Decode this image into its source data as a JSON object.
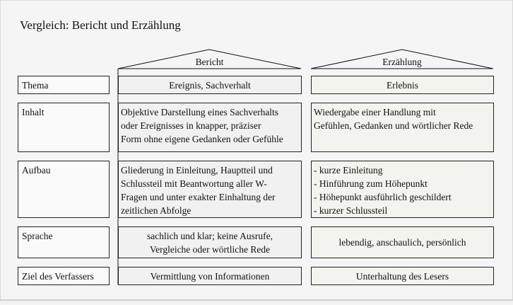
{
  "title": "Vergleich: Bericht und Erzählung",
  "columns": {
    "bericht": "Bericht",
    "erzaehlung": "Erzählung"
  },
  "rows": [
    {
      "label": "Thema",
      "bericht": [
        "Ereignis, Sachverhalt"
      ],
      "erzaehlung": [
        "Erlebnis"
      ]
    },
    {
      "label": "Inhalt",
      "bericht": [
        "Objektive Darstellung eines Sachverhalts",
        "oder Ereignisses in knapper, präziser",
        "Form ohne eigene Gedanken oder Gefühle"
      ],
      "erzaehlung": [
        "Wiedergabe einer Handlung mit",
        "Gefühlen, Gedanken und wörtlicher Rede"
      ]
    },
    {
      "label": "Aufbau",
      "bericht": [
        "Gliederung in Einleitung, Hauptteil und",
        "Schlussteil mit Beantwortung aller W-",
        "Fragen und unter exakter Einhaltung der",
        "zeitlichen Abfolge"
      ],
      "erzaehlung": [
        "- kurze Einleitung",
        "- Hinführung zum Höhepunkt",
        "- Höhepunkt ausführlich geschildert",
        "- kurzer Schlussteil"
      ]
    },
    {
      "label": "Sprache",
      "bericht": [
        "sachlich und klar; keine Ausrufe,",
        "Vergleiche oder wörtliche Rede"
      ],
      "erzaehlung": [
        "lebendig, anschaulich, persönlich"
      ]
    },
    {
      "label": "Ziel des Verfassers",
      "bericht": [
        "Vermittlung von Informationen"
      ],
      "erzaehlung": [
        "Unterhaltung des Lesers"
      ]
    }
  ]
}
